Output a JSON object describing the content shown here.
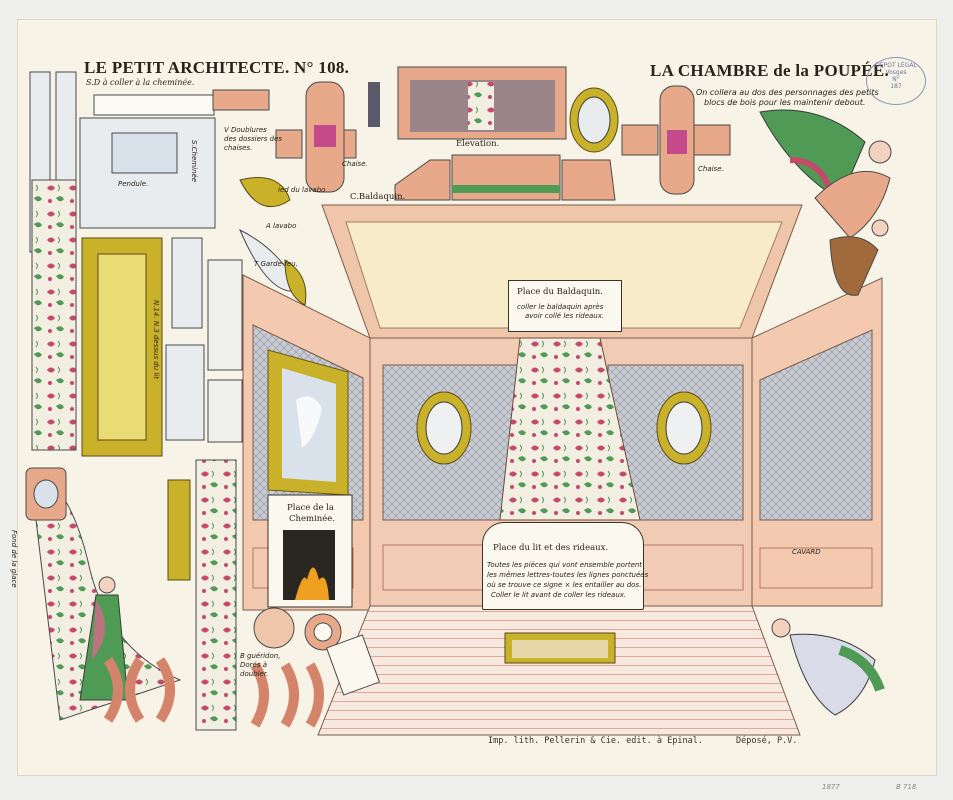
{
  "header": {
    "left_title": "LE PETIT ARCHITECTE. N° 108.",
    "left_subtitle": "S.D à coller à la cheminée.",
    "right_title": "LA CHAMBRE de la POUPÉE.",
    "right_note_1": "On collera au dos des personnages des petits",
    "right_note_2": "blocs de bois pour les maintenir debout."
  },
  "stamp": {
    "line1": "DÉPOT LÉGAL",
    "line2": "Vosges",
    "line3": "N°",
    "line4": "187"
  },
  "labels": {
    "elevation": "Elevation.",
    "baldaquin": "C.Baldaquin.",
    "chaise_left": "Chaise.",
    "chaise_right": "Chaise.",
    "doublures": "V Doublures",
    "doublures_2": "des dossiers des",
    "doublures_3": "chaises.",
    "pendule": "Pendule.",
    "cheminee_side": "S.Cheminée",
    "lavabo_top": "ied du lavabo",
    "lavabo": "A lavabo",
    "garde_feu": "T Garde-feu.",
    "dessus_lit": "N.14. N.3 dessus du lit",
    "fond_glace": "Fond de la glace",
    "carvard": "CAVARD",
    "gueridon_1": "B guéridon,",
    "gueridon_2": "Dorés à",
    "gueridon_3": "doubler.",
    "place_baldaquin": "Place du Baldaquin.",
    "baldaquin_note_1": "coller le baldaquin après",
    "baldaquin_note_2": "avoir collé les rideaux.",
    "place_cheminee_1": "Place de la",
    "place_cheminee_2": "Cheminée.",
    "place_lit": "Place du lit et des rideaux.",
    "lit_note_1": "Toutes les pièces qui vont ensemble portent",
    "lit_note_2": "les mêmes lettres-toutes les lignes ponctuées",
    "lit_note_3": "où se trouve ce signe × les entailler au dos.",
    "lit_note_4": "Coller le lit avant de coller les rideaux."
  },
  "footer": {
    "printer": "Imp. lith. Pellerin & Cie. edit. à Epinal.",
    "depose": "Déposé, P.V.",
    "pencil_1": "1877",
    "pencil_2": "B 718"
  },
  "colors": {
    "paper": "#f7f3e6",
    "pink": "#e8a88a",
    "gold": "#c9b22a",
    "green": "#3a8a4a",
    "grey_wall": "#c3c6cc"
  }
}
